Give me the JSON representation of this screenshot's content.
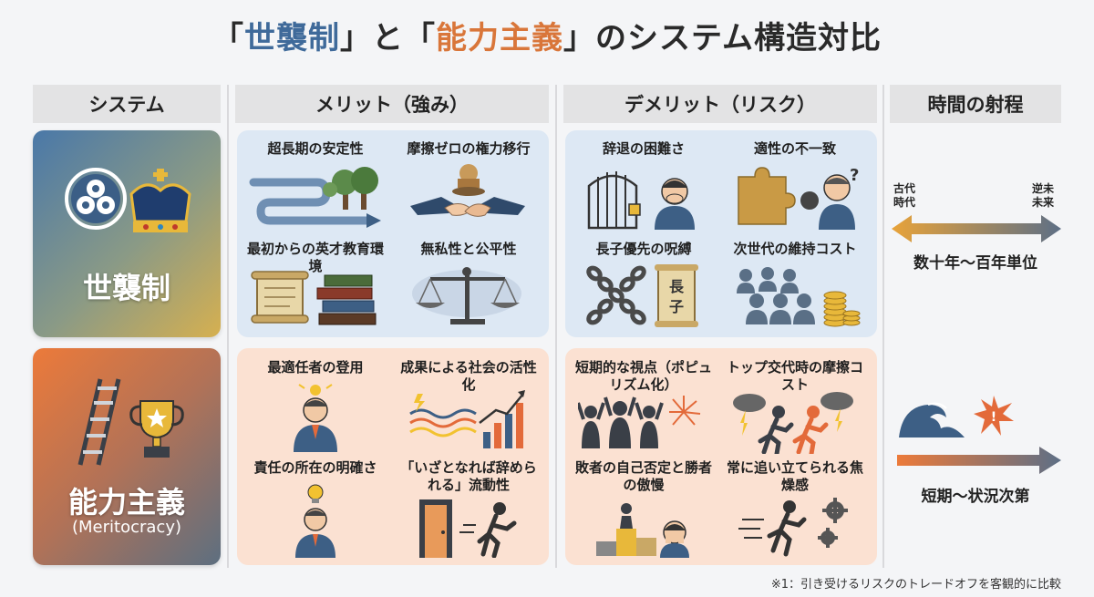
{
  "title": {
    "open1": "「",
    "sys1": "世襲制",
    "close1": "」と「",
    "sys2": "能力主義",
    "close2": "」のシステム構造対比"
  },
  "headers": {
    "system": "システム",
    "merit": "メリット（強み）",
    "demerit": "デメリット（リスク）",
    "time": "時間の射程"
  },
  "systems": {
    "hereditary": {
      "name": "世襲制",
      "icons": [
        "family-crest-icon",
        "crown-icon"
      ]
    },
    "meritocracy": {
      "name": "能力主義",
      "subtitle": "(Meritocracy)",
      "icons": [
        "ladder-icon",
        "trophy-icon"
      ]
    }
  },
  "hereditary_merits": [
    {
      "label": "超長期の安定性",
      "icon": "long-road-trees-icon"
    },
    {
      "label": "摩擦ゼロの権力移行",
      "icon": "handshake-seal-icon"
    },
    {
      "label": "最初からの英才教育環境",
      "icon": "scroll-books-icon"
    },
    {
      "label": "無私性と公平性",
      "icon": "scales-icon"
    }
  ],
  "hereditary_demerits": [
    {
      "label": "辞退の困難さ",
      "icon": "cage-lock-icon"
    },
    {
      "label": "適性の不一致",
      "icon": "puzzle-thinking-icon"
    },
    {
      "label": "長子優先の呪縛",
      "icon": "chains-scroll-icon",
      "scroll_text": "長子"
    },
    {
      "label": "次世代の維持コスト",
      "icon": "people-coins-icon"
    }
  ],
  "merit_merits": [
    {
      "label": "最適任者の登用",
      "icon": "person-lightbulb-icon"
    },
    {
      "label": "成果による社会の活性化",
      "icon": "growth-chart-icon"
    },
    {
      "label": "責任の所在の明確さ",
      "icon": "person-bulb-icon"
    },
    {
      "label": "「いざとなれば辞められる」流動性",
      "icon": "exit-door-icon"
    }
  ],
  "merit_demerits": [
    {
      "label": "短期的な視点（ポピュリズム化）",
      "icon": "crowd-fireworks-icon"
    },
    {
      "label": "トップ交代時の摩擦コスト",
      "icon": "storm-runners-icon"
    },
    {
      "label": "敗者の自己否定と勝者の傲慢",
      "icon": "podium-despair-icon"
    },
    {
      "label": "常に追い立てられる焦燥感",
      "icon": "running-gears-icon"
    }
  ],
  "time": {
    "hereditary": {
      "left": "古代時代",
      "left_lines": [
        "古代",
        "時代"
      ],
      "right_lines": [
        "逆未",
        "未来"
      ],
      "label": "数十年〜百年単位"
    },
    "meritocracy": {
      "label": "短期〜状況次第",
      "icons": [
        "wave-icon",
        "explosion-icon"
      ]
    }
  },
  "footnote": "※1：引き受けるリスクのトレードオフを客観的に比較",
  "colors": {
    "blue": "#3f6a9a",
    "orange": "#d9763a",
    "panel_blue": "#dde8f4",
    "panel_orange": "#fbe1d2"
  }
}
